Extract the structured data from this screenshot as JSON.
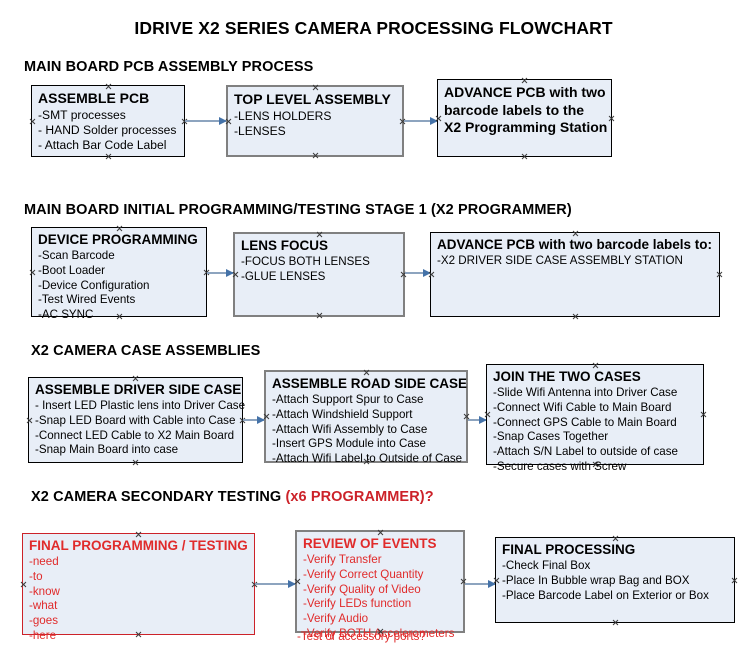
{
  "document": {
    "title": "IDRIVE X2  SERIES CAMERA PROCESSING FLOWCHART"
  },
  "colors": {
    "node_fill": "#e8eef7",
    "node_border": "#000000",
    "node_border_gray": "#808080",
    "accent_red": "#cc2229",
    "connector": "#8da4bf",
    "arrowhead": "#4472a8"
  },
  "sections": [
    {
      "id": "main-board-pcb-assembly",
      "heading": "MAIN BOARD PCB ASSEMBLY PROCESS",
      "heading_accent": "",
      "nodes": [
        {
          "id": "assemble-pcb",
          "title": "ASSEMBLE PCB",
          "lines": [
            "-SMT processes",
            "- HAND Solder processes",
            "- Attach Bar Code Label"
          ]
        },
        {
          "id": "top-level-assembly",
          "title": "TOP LEVEL ASSEMBLY",
          "lines": [
            "-LENS HOLDERS",
            "-LENSES"
          ]
        },
        {
          "id": "advance-pcb-x2-programming-station",
          "title": "ADVANCE PCB with two barcode labels to the  X2 Programming Station",
          "title_lines": [
            "ADVANCE PCB with two",
            "barcode labels to the",
            " X2 Programming Station"
          ],
          "lines": []
        }
      ]
    },
    {
      "id": "main-board-initial-programming",
      "heading": "MAIN BOARD INITIAL PROGRAMMING/TESTING STAGE 1 (X2 PROGRAMMER)",
      "heading_accent": "",
      "nodes": [
        {
          "id": "device-programming",
          "title": "DEVICE PROGRAMMING",
          "lines": [
            "-Scan Barcode",
            "-Boot Loader",
            "-Device Configuration",
            "-Test Wired Events",
            "-AC SYNC"
          ]
        },
        {
          "id": "lens-focus",
          "title": "LENS FOCUS",
          "lines": [
            "-FOCUS BOTH LENSES",
            "-GLUE LENSES"
          ]
        },
        {
          "id": "advance-pcb-driver-side-case",
          "title": "ADVANCE PCB with two barcode labels to:",
          "lines": [
            "-X2 DRIVER  SIDE  CASE  ASSEMBLY STATION"
          ]
        }
      ]
    },
    {
      "id": "x2-camera-case-assemblies",
      "heading": "X2 CAMERA CASE ASSEMBLIES",
      "heading_accent": "",
      "nodes": [
        {
          "id": "assemble-driver-side-case",
          "title": "ASSEMBLE DRIVER SIDE CASE",
          "lines": [
            "- Insert LED Plastic lens into Driver Case",
            "-Snap LED Board with Cable into Case",
            "-Connect LED Cable to X2 Main Board",
            "-Snap Main Board into case"
          ]
        },
        {
          "id": "assemble-road-side-case",
          "title": "ASSEMBLE ROAD SIDE CASE",
          "lines": [
            "-Attach Support Spur to Case",
            "-Attach Windshield Support",
            "-Attach Wifi Assembly to Case",
            "-Insert GPS Module into Case",
            "-Attach Wifi Label to Outside of Case"
          ]
        },
        {
          "id": "join-the-two-cases",
          "title": "JOIN THE TWO CASES",
          "lines": [
            "-Slide Wifi Antenna into Driver Case",
            "-Connect Wifi Cable to Main Board",
            "-Connect GPS Cable to Main Board",
            "-Snap Cases Together",
            "-Attach S/N Label to outside of case",
            "-Secure cases with Screw"
          ]
        }
      ]
    },
    {
      "id": "x2-camera-secondary-testing",
      "heading": "X2 CAMERA SECONDARY TESTING ",
      "heading_accent": "(x6 PROGRAMMER)?",
      "nodes": [
        {
          "id": "final-programming-testing",
          "title": "FINAL PROGRAMMING / TESTING",
          "lines": [
            "-need",
            "-to",
            "-know",
            "-what",
            "-goes",
            "-here"
          ]
        },
        {
          "id": "review-of-events",
          "title": "REVIEW OF EVENTS",
          "lines": [
            "-Verify Transfer",
            "-Verify Correct Quantity",
            "-Verify Quality of Video",
            "-Verify LEDs function",
            "-Verify Audio",
            "-Verify BOTH Accelerometers"
          ],
          "overflow_line": "-Test of accessory ports?"
        },
        {
          "id": "final-processing",
          "title": "FINAL PROCESSING",
          "lines": [
            "-Check Final Box",
            "-Place In Bubble wrap Bag and BOX",
            "-Place Barcode Label on Exterior or Box"
          ]
        }
      ]
    }
  ]
}
